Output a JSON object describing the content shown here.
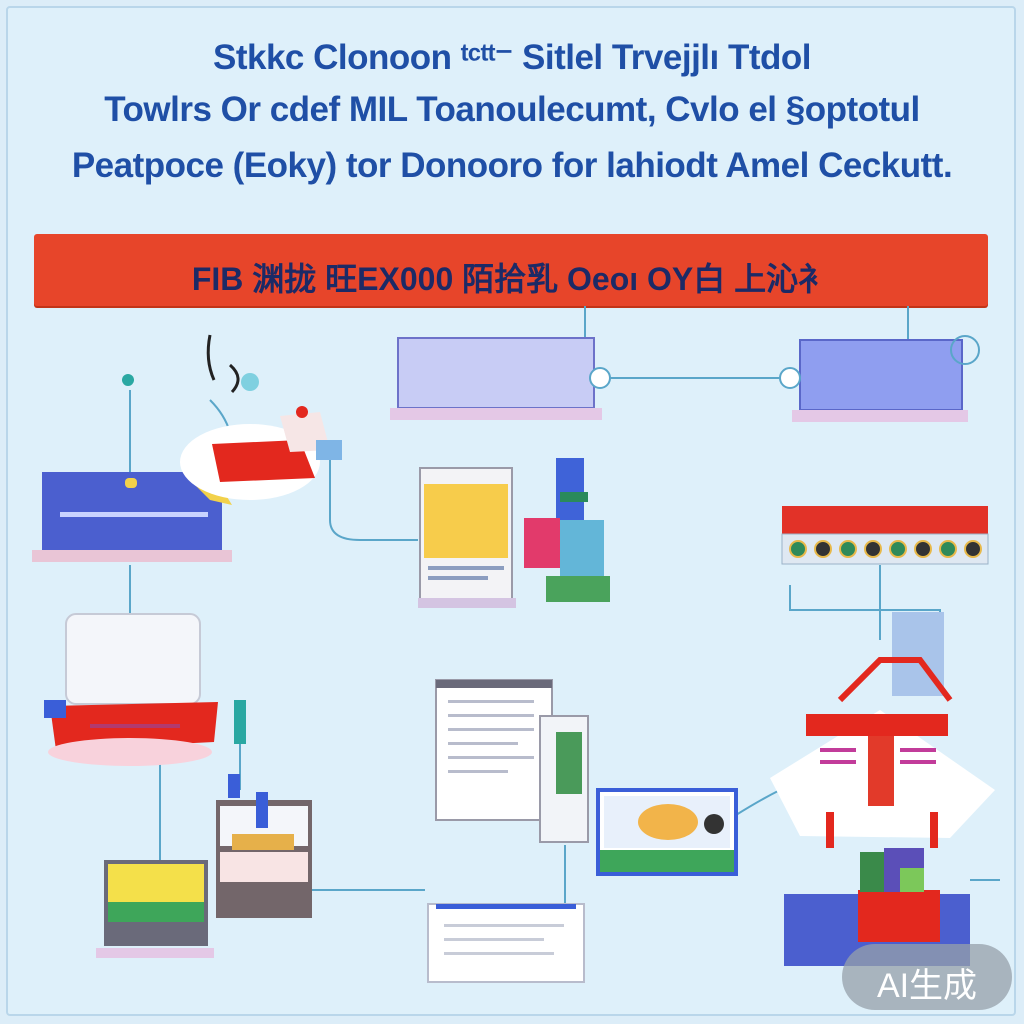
{
  "diagram": {
    "title_lines": [
      "Stkkc Clonoon ᵗᶜᵗᵗ⁻ Sitlel Trvejjlı Ttdol",
      "Towlrs  Or cdef   MIL  Toanoulecumt, Cvlo el §optotul",
      "Peatpoce (Eoky) tor Donooro for lahiodt Amel Ceckutt."
    ],
    "banner_text": "FIB 渊拢 旺EX000 陌拾乳  Oeoı OY白 上沁衤",
    "colors": {
      "background": "#dcedf8",
      "banner": "#e7452a",
      "title": "#1f4fa6",
      "connector": "#5aa6c9"
    }
  },
  "badge": {
    "label": "AI生成"
  }
}
